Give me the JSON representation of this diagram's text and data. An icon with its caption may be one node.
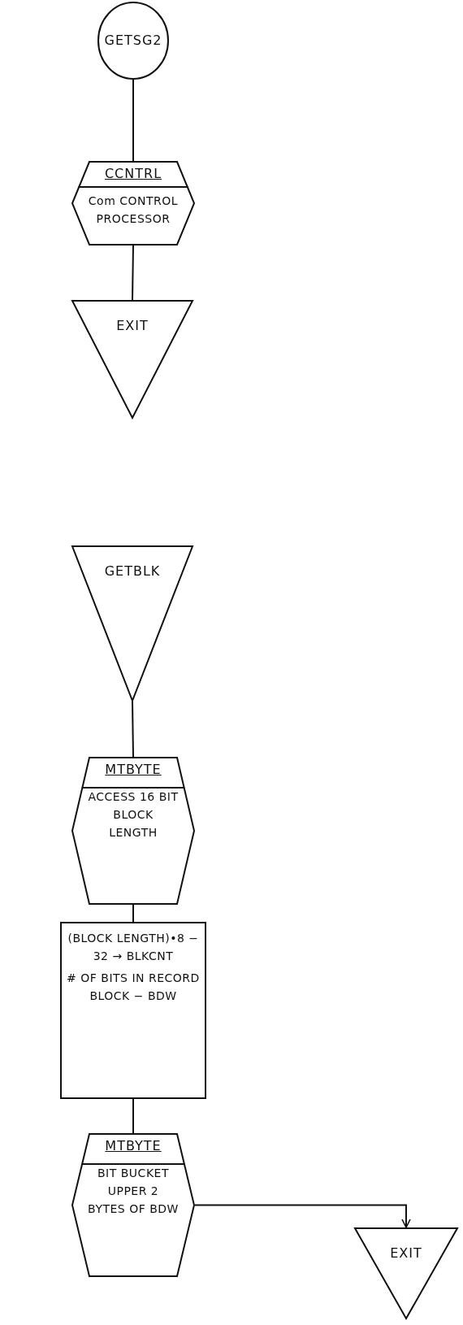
{
  "diagram": {
    "nodes": [
      {
        "text": [
          "GETSG2"
        ]
      },
      {
        "text": [
          "CCNTRL",
          "Com CONTROL PROCESSOR"
        ]
      },
      {
        "text": [
          "EXIT"
        ]
      },
      {
        "text": [
          "GETBLK"
        ]
      },
      {
        "text": [
          "MTBYTE",
          "ACCESS 16 BIT BLOCK LENGTH"
        ]
      },
      {
        "text": [
          "(BLOCK LENGTH)•8 − 32 → BLKCNT",
          "# OF BITS IN RECORD BLOCK − BDW"
        ]
      },
      {
        "text": [
          "MTBYTE",
          "BIT BUCKET UPPER 2 BYTES OF BDW"
        ]
      },
      {
        "text": [
          "EXIT"
        ]
      }
    ],
    "edges": [
      {
        "from": 0,
        "to": 1,
        "arrow": "none"
      },
      {
        "from": 1,
        "to": 2,
        "arrow": "none"
      },
      {
        "from": 3,
        "to": 4,
        "arrow": "none"
      },
      {
        "from": 4,
        "to": 5,
        "arrow": "none"
      },
      {
        "from": 5,
        "to": 6,
        "arrow": "none"
      },
      {
        "from": 6,
        "to": 7,
        "arrow": "to"
      }
    ]
  }
}
